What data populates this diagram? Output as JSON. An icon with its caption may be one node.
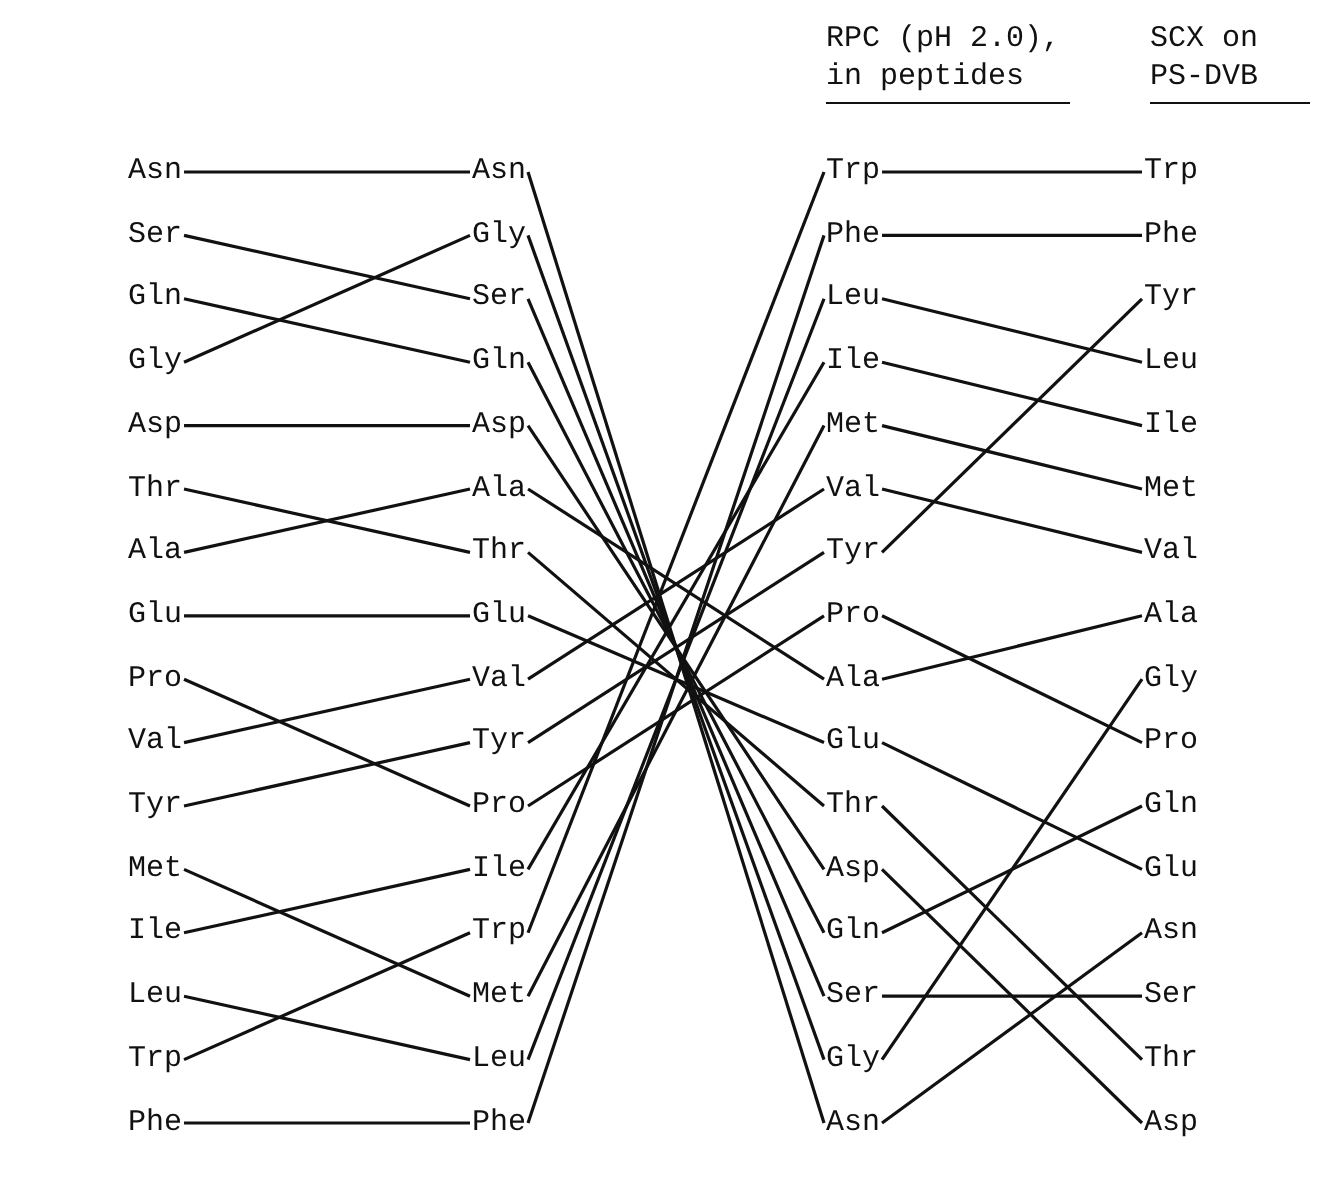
{
  "diagram": {
    "nodes": [
      {
        "text": [
          "Asn"
        ]
      },
      {
        "text": [
          "Ser"
        ]
      },
      {
        "text": [
          "Gln"
        ]
      },
      {
        "text": [
          "Gly"
        ]
      },
      {
        "text": [
          "Asp"
        ]
      },
      {
        "text": [
          "Thr"
        ]
      },
      {
        "text": [
          "Ala"
        ]
      },
      {
        "text": [
          "Glu"
        ]
      },
      {
        "text": [
          "Pro"
        ]
      },
      {
        "text": [
          "Val"
        ]
      },
      {
        "text": [
          "Tyr"
        ]
      },
      {
        "text": [
          "Met"
        ]
      },
      {
        "text": [
          "Ile"
        ]
      },
      {
        "text": [
          "Leu"
        ]
      },
      {
        "text": [
          "Trp"
        ]
      },
      {
        "text": [
          "Phe"
        ]
      },
      {
        "text": [
          "Asn"
        ]
      },
      {
        "text": [
          "Gly"
        ]
      },
      {
        "text": [
          "Ser"
        ]
      },
      {
        "text": [
          "Gln"
        ]
      },
      {
        "text": [
          "Asp"
        ]
      },
      {
        "text": [
          "Ala"
        ]
      },
      {
        "text": [
          "Thr"
        ]
      },
      {
        "text": [
          "Glu"
        ]
      },
      {
        "text": [
          "Val"
        ]
      },
      {
        "text": [
          "Tyr"
        ]
      },
      {
        "text": [
          "Pro"
        ]
      },
      {
        "text": [
          "Ile"
        ]
      },
      {
        "text": [
          "Trp"
        ]
      },
      {
        "text": [
          "Met"
        ]
      },
      {
        "text": [
          "Leu"
        ]
      },
      {
        "text": [
          "Phe"
        ]
      },
      {
        "text": [
          "Trp"
        ]
      },
      {
        "text": [
          "Phe"
        ]
      },
      {
        "text": [
          "Leu"
        ]
      },
      {
        "text": [
          "Ile"
        ]
      },
      {
        "text": [
          "Met"
        ]
      },
      {
        "text": [
          "Val"
        ]
      },
      {
        "text": [
          "Tyr"
        ]
      },
      {
        "text": [
          "Pro"
        ]
      },
      {
        "text": [
          "Ala"
        ]
      },
      {
        "text": [
          "Glu"
        ]
      },
      {
        "text": [
          "Thr"
        ]
      },
      {
        "text": [
          "Asp"
        ]
      },
      {
        "text": [
          "Gln"
        ]
      },
      {
        "text": [
          "Ser"
        ]
      },
      {
        "text": [
          "Gly"
        ]
      },
      {
        "text": [
          "Asn"
        ]
      },
      {
        "text": [
          "Trp"
        ]
      },
      {
        "text": [
          "Phe"
        ]
      },
      {
        "text": [
          "Tyr"
        ]
      },
      {
        "text": [
          "Leu"
        ]
      },
      {
        "text": [
          "Ile"
        ]
      },
      {
        "text": [
          "Met"
        ]
      },
      {
        "text": [
          "Val"
        ]
      },
      {
        "text": [
          "Ala"
        ]
      },
      {
        "text": [
          "Gly"
        ]
      },
      {
        "text": [
          "Pro"
        ]
      },
      {
        "text": [
          "Gln"
        ]
      },
      {
        "text": [
          "Glu"
        ]
      },
      {
        "text": [
          "Asn"
        ]
      },
      {
        "text": [
          "Ser"
        ]
      },
      {
        "text": [
          "Thr"
        ]
      },
      {
        "text": [
          "Asp"
        ]
      }
    ],
    "edges": [
      {
        "from": 0,
        "to": 16,
        "arrow": "none"
      },
      {
        "from": 1,
        "to": 18,
        "arrow": "none"
      },
      {
        "from": 2,
        "to": 19,
        "arrow": "none"
      },
      {
        "from": 3,
        "to": 17,
        "arrow": "none"
      },
      {
        "from": 4,
        "to": 20,
        "arrow": "none"
      },
      {
        "from": 5,
        "to": 22,
        "arrow": "none"
      },
      {
        "from": 6,
        "to": 21,
        "arrow": "none"
      },
      {
        "from": 7,
        "to": 23,
        "arrow": "none"
      },
      {
        "from": 8,
        "to": 26,
        "arrow": "none"
      },
      {
        "from": 9,
        "to": 24,
        "arrow": "none"
      },
      {
        "from": 10,
        "to": 25,
        "arrow": "none"
      },
      {
        "from": 11,
        "to": 29,
        "arrow": "none"
      },
      {
        "from": 12,
        "to": 27,
        "arrow": "none"
      },
      {
        "from": 13,
        "to": 30,
        "arrow": "none"
      },
      {
        "from": 14,
        "to": 28,
        "arrow": "none"
      },
      {
        "from": 15,
        "to": 31,
        "arrow": "none"
      },
      {
        "from": 16,
        "to": 47,
        "arrow": "none"
      },
      {
        "from": 17,
        "to": 46,
        "arrow": "none"
      },
      {
        "from": 18,
        "to": 45,
        "arrow": "none"
      },
      {
        "from": 19,
        "to": 44,
        "arrow": "none"
      },
      {
        "from": 20,
        "to": 43,
        "arrow": "none"
      },
      {
        "from": 21,
        "to": 40,
        "arrow": "none"
      },
      {
        "from": 22,
        "to": 42,
        "arrow": "none"
      },
      {
        "from": 23,
        "to": 41,
        "arrow": "none"
      },
      {
        "from": 24,
        "to": 37,
        "arrow": "none"
      },
      {
        "from": 25,
        "to": 38,
        "arrow": "none"
      },
      {
        "from": 26,
        "to": 39,
        "arrow": "none"
      },
      {
        "from": 27,
        "to": 35,
        "arrow": "none"
      },
      {
        "from": 28,
        "to": 32,
        "arrow": "none"
      },
      {
        "from": 29,
        "to": 36,
        "arrow": "none"
      },
      {
        "from": 30,
        "to": 34,
        "arrow": "none"
      },
      {
        "from": 31,
        "to": 33,
        "arrow": "none"
      },
      {
        "from": 32,
        "to": 48,
        "arrow": "none"
      },
      {
        "from": 33,
        "to": 49,
        "arrow": "none"
      },
      {
        "from": 34,
        "to": 51,
        "arrow": "none"
      },
      {
        "from": 35,
        "to": 52,
        "arrow": "none"
      },
      {
        "from": 36,
        "to": 53,
        "arrow": "none"
      },
      {
        "from": 37,
        "to": 54,
        "arrow": "none"
      },
      {
        "from": 38,
        "to": 50,
        "arrow": "none"
      },
      {
        "from": 39,
        "to": 57,
        "arrow": "none"
      },
      {
        "from": 40,
        "to": 55,
        "arrow": "none"
      },
      {
        "from": 41,
        "to": 59,
        "arrow": "none"
      },
      {
        "from": 42,
        "to": 62,
        "arrow": "none"
      },
      {
        "from": 43,
        "to": 63,
        "arrow": "none"
      },
      {
        "from": 44,
        "to": 58,
        "arrow": "none"
      },
      {
        "from": 45,
        "to": 61,
        "arrow": "none"
      },
      {
        "from": 46,
        "to": 56,
        "arrow": "none"
      },
      {
        "from": 47,
        "to": 60,
        "arrow": "none"
      }
    ],
    "labels": [
      "RPC (pH 2.0), in peptides",
      "SCX on PS-DVB"
    ]
  }
}
